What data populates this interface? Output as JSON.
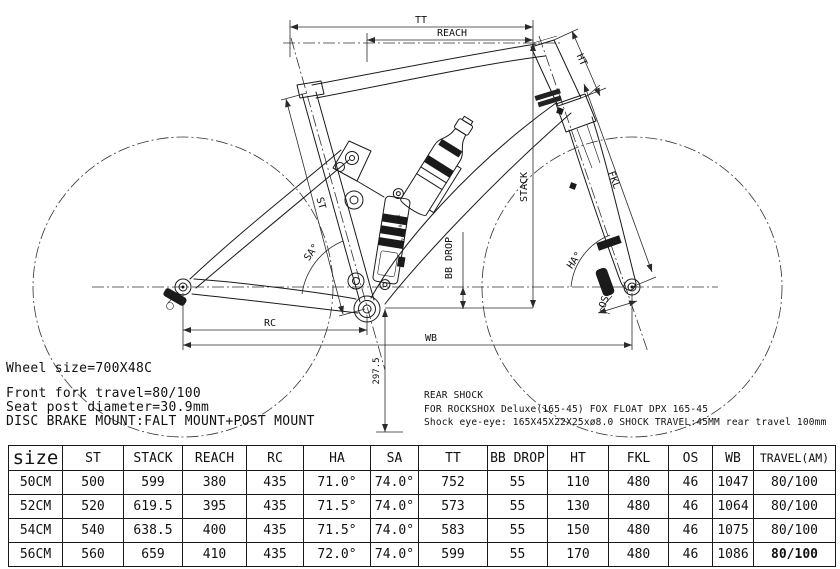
{
  "notes_left": {
    "line1": "Wheel size=700X48C",
    "line2": "Front fork travel=80/100",
    "line3": "Seat post diameter=30.9mm",
    "line4": "DISC BRAKE MOUNT:FALT MOUNT+POST MOUNT"
  },
  "notes_right": {
    "line1": "REAR SHOCK",
    "line2": "FOR ROCKSHOX Deluxe(165-45) FOX FLOAT DPX 165-45",
    "line3": "Shock eye-eye: 165X45X22X25xø8.0 SHOCK TRAVEL:45MM rear travel 100mm"
  },
  "diagram": {
    "labels": {
      "tt": "TT",
      "reach": "REACH",
      "ht": "HT",
      "stack": "STACK",
      "fkl": "FKL",
      "ha": "HA°",
      "sa": "SA°",
      "os": "OS",
      "bb_drop": "BB DROP",
      "rc": "RC",
      "wb": "WB",
      "st": "ST",
      "bb_height": "297.5",
      "shock_size": "165.0x45/45"
    }
  },
  "table": {
    "headers": [
      "size",
      "ST",
      "STACK",
      "REACH",
      "RC",
      "HA",
      "SA",
      "TT",
      "BB DROP",
      "HT",
      "FKL",
      "OS",
      "WB",
      "TRAVEL(AM)"
    ],
    "rows": [
      [
        "50CM",
        "500",
        "599",
        "380",
        "435",
        "71.0°",
        "74.0°",
        "752",
        "55",
        "110",
        "480",
        "46",
        "1047",
        "80/100"
      ],
      [
        "52CM",
        "520",
        "619.5",
        "395",
        "435",
        "71.5°",
        "74.0°",
        "573",
        "55",
        "130",
        "480",
        "46",
        "1064",
        "80/100"
      ],
      [
        "54CM",
        "540",
        "638.5",
        "400",
        "435",
        "71.5°",
        "74.0°",
        "583",
        "55",
        "150",
        "480",
        "46",
        "1075",
        "80/100"
      ],
      [
        "56CM",
        "560",
        "659",
        "410",
        "435",
        "72.0°",
        "74.0°",
        "599",
        "55",
        "170",
        "480",
        "46",
        "1086",
        "80/100"
      ]
    ]
  },
  "colors": {
    "line": "#1a1a1a",
    "background": "#ffffff"
  }
}
